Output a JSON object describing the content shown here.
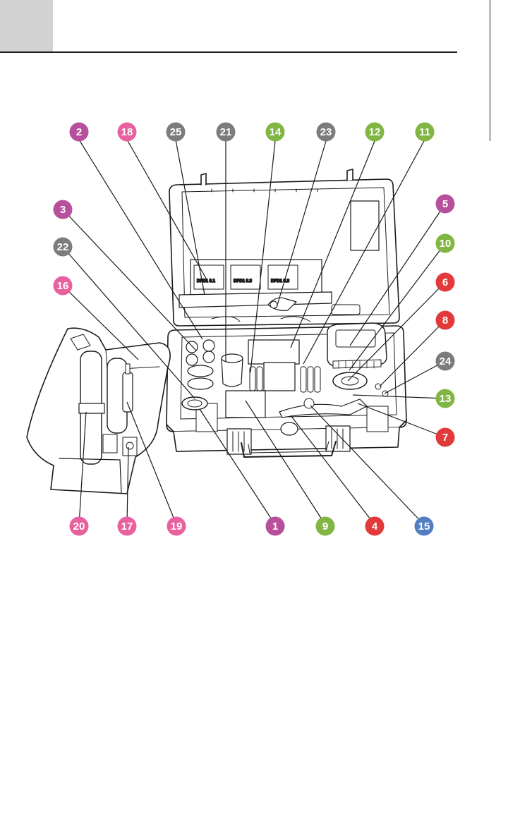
{
  "colors": {
    "purple": "#b84f9b",
    "pink": "#e9609f",
    "gray": "#7b7c7e",
    "green": "#82b644",
    "red": "#e2393a",
    "blue": "#527ebf",
    "ink": "#1a1a1a",
    "tab": "#d2d2d2"
  },
  "illustration": {
    "packet_labels": [
      "DPD1 8.1",
      "DPD1 8.3",
      "DPD1 8.3"
    ]
  },
  "callouts": [
    {
      "id": "2",
      "color": "purple"
    },
    {
      "id": "18",
      "color": "pink"
    },
    {
      "id": "25",
      "color": "gray"
    },
    {
      "id": "21",
      "color": "gray"
    },
    {
      "id": "14",
      "color": "green"
    },
    {
      "id": "23",
      "color": "gray"
    },
    {
      "id": "12",
      "color": "green"
    },
    {
      "id": "11",
      "color": "green"
    },
    {
      "id": "3",
      "color": "purple"
    },
    {
      "id": "22",
      "color": "gray"
    },
    {
      "id": "16",
      "color": "pink"
    },
    {
      "id": "5",
      "color": "purple"
    },
    {
      "id": "10",
      "color": "green"
    },
    {
      "id": "6",
      "color": "red"
    },
    {
      "id": "8",
      "color": "red"
    },
    {
      "id": "24",
      "color": "gray"
    },
    {
      "id": "13",
      "color": "green"
    },
    {
      "id": "7",
      "color": "red"
    },
    {
      "id": "20",
      "color": "pink"
    },
    {
      "id": "17",
      "color": "pink"
    },
    {
      "id": "19",
      "color": "pink"
    },
    {
      "id": "1",
      "color": "purple"
    },
    {
      "id": "9",
      "color": "green"
    },
    {
      "id": "4",
      "color": "red"
    },
    {
      "id": "15",
      "color": "blue"
    }
  ]
}
